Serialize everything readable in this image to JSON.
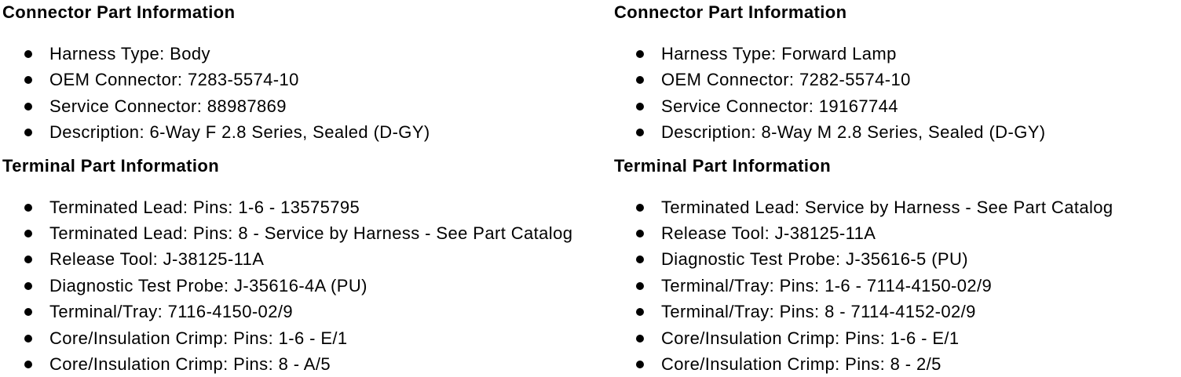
{
  "colors": {
    "text": "#000000",
    "background": "#ffffff"
  },
  "columns": [
    {
      "sections": [
        {
          "heading": "Connector Part Information",
          "items": [
            "Harness Type: Body",
            "OEM Connector: 7283-5574-10",
            "Service Connector: 88987869",
            "Description: 6-Way F 2.8 Series, Sealed (D-GY)"
          ]
        },
        {
          "heading": "Terminal Part Information",
          "items": [
            "Terminated Lead: Pins: 1-6 - 13575795",
            "Terminated Lead: Pins: 8 - Service by Harness - See Part Catalog",
            "Release Tool: J-38125-11A",
            "Diagnostic Test Probe: J-35616-4A (PU)",
            "Terminal/Tray: 7116-4150-02/9",
            "Core/Insulation Crimp: Pins: 1-6 - E/1",
            "Core/Insulation Crimp: Pins: 8 - A/5"
          ]
        }
      ]
    },
    {
      "sections": [
        {
          "heading": "Connector Part Information",
          "items": [
            "Harness Type: Forward Lamp",
            "OEM Connector: 7282-5574-10",
            "Service Connector: 19167744",
            "Description: 8-Way M 2.8 Series, Sealed (D-GY)"
          ]
        },
        {
          "heading": "Terminal Part Information",
          "items": [
            "Terminated Lead: Service by Harness - See Part Catalog",
            "Release Tool: J-38125-11A",
            "Diagnostic Test Probe: J-35616-5 (PU)",
            "Terminal/Tray: Pins: 1-6 - 7114-4150-02/9",
            "Terminal/Tray: Pins: 8 - 7114-4152-02/9",
            "Core/Insulation Crimp: Pins: 1-6 - E/1",
            "Core/Insulation Crimp: Pins: 8 - 2/5"
          ]
        }
      ]
    }
  ]
}
